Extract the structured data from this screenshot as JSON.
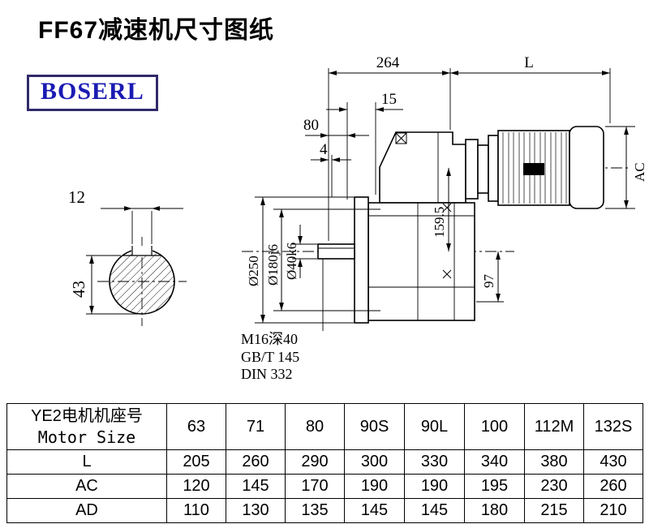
{
  "page": {
    "title": "FF67减速机尺寸图纸",
    "brand": "BOSERL",
    "brand_text_color": "#1b1bb3",
    "brand_border_color": "#312a6b"
  },
  "drawing": {
    "dim_264": "264",
    "dim_L": "L",
    "dim_15": "15",
    "dim_80": "80",
    "dim_4": "4",
    "dim_AC": "AC",
    "dim_159_5": "159.5",
    "dim_97": "97",
    "dia_250": "Ø250",
    "dia_180": "Ø180j6",
    "dia_40": "Ø40k6",
    "dim_12": "12",
    "dim_43": "43",
    "tap_note": "M16深40",
    "std_1": "GB/T 145",
    "std_2": "DIN 332"
  },
  "table": {
    "header_cn": "YE2电机机座号",
    "header_en": "Motor Size",
    "columns": [
      "63",
      "71",
      "80",
      "90S",
      "90L",
      "100",
      "112M",
      "132S"
    ],
    "rows": [
      {
        "label": "L",
        "values": [
          "205",
          "260",
          "290",
          "300",
          "330",
          "340",
          "380",
          "430"
        ]
      },
      {
        "label": "AC",
        "values": [
          "120",
          "145",
          "170",
          "190",
          "190",
          "195",
          "230",
          "260"
        ]
      },
      {
        "label": "AD",
        "values": [
          "110",
          "130",
          "135",
          "145",
          "145",
          "180",
          "215",
          "210"
        ]
      }
    ]
  }
}
